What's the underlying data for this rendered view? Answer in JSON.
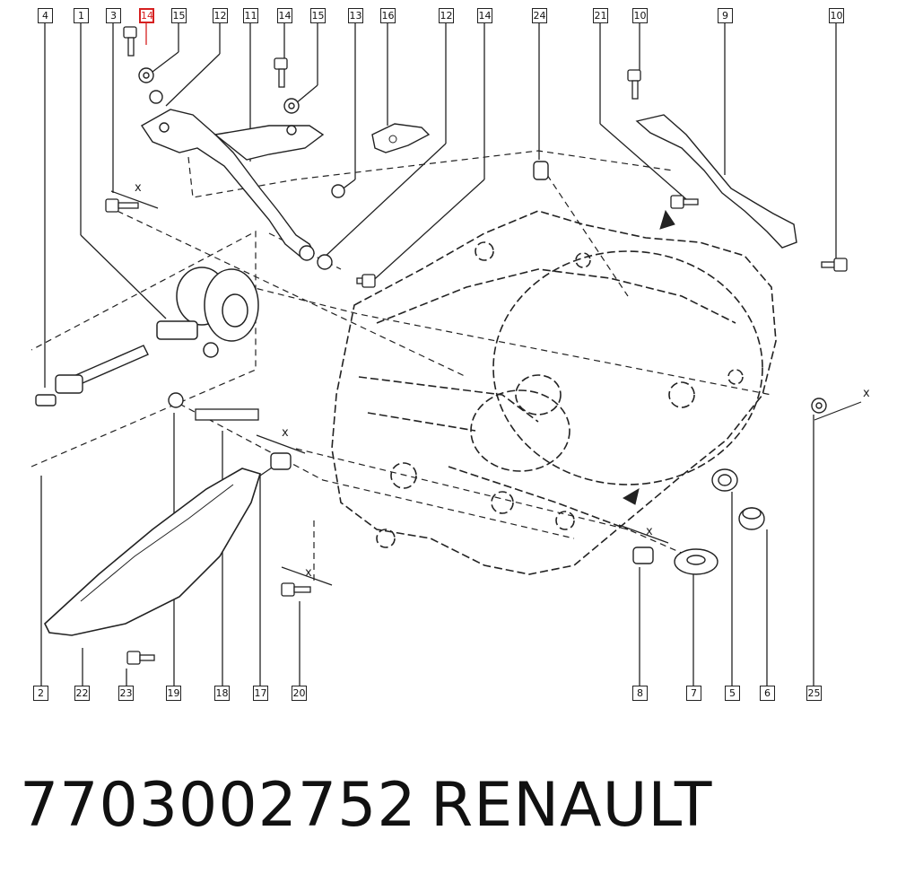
{
  "callouts_top": [
    "4",
    "1",
    "3",
    "14",
    "15",
    "12",
    "11",
    "14",
    "15",
    "13",
    "16",
    "12",
    "14",
    "24",
    "21",
    "10",
    "9",
    "10"
  ],
  "callouts_bottom": [
    "2",
    "22",
    "23",
    "19",
    "18",
    "17",
    "20",
    "8",
    "7",
    "5",
    "6",
    "25"
  ],
  "highlighted_callout": "14",
  "clearance_mark": "x",
  "part_number": "7703002752",
  "brand": "RENAULT",
  "colors": {
    "line": "#222222",
    "highlight": "#d62020",
    "background": "#ffffff"
  }
}
